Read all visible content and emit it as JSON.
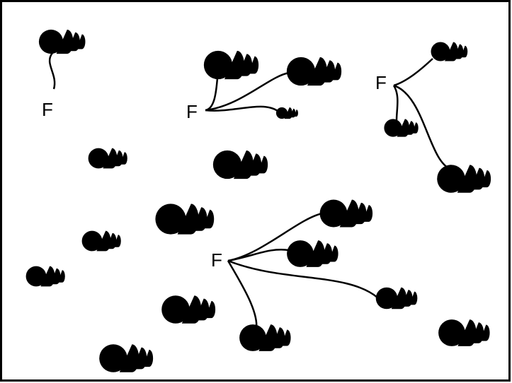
{
  "figure": {
    "background": "#ffffff",
    "stroke_color": "#000000",
    "anchor_labels": [
      "F",
      "F",
      "F",
      "F"
    ]
  }
}
